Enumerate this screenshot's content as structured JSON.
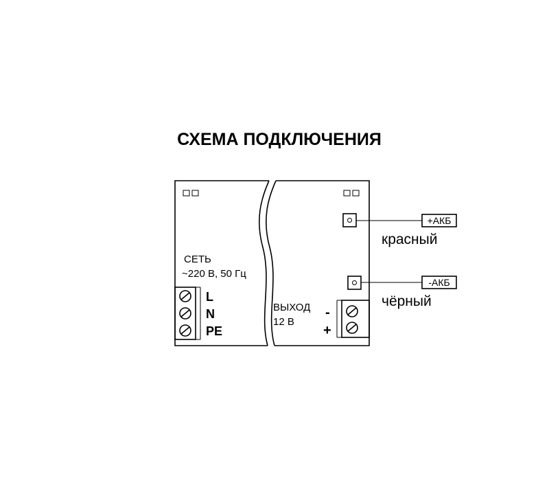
{
  "title": "СХЕМА ПОДКЛЮЧЕНИЯ",
  "input": {
    "line1": "СЕТЬ",
    "line2": "~220 В, 50 Гц",
    "terminals": [
      "L",
      "N",
      "PE"
    ]
  },
  "output": {
    "line1": "ВЫХОД",
    "line2": "12 В",
    "minus_sign": "-",
    "plus_sign": "+"
  },
  "battery": {
    "positive_tag": "+АКБ",
    "positive_wire": "красный",
    "negative_tag": "-АКБ",
    "negative_wire": "чёрный"
  }
}
